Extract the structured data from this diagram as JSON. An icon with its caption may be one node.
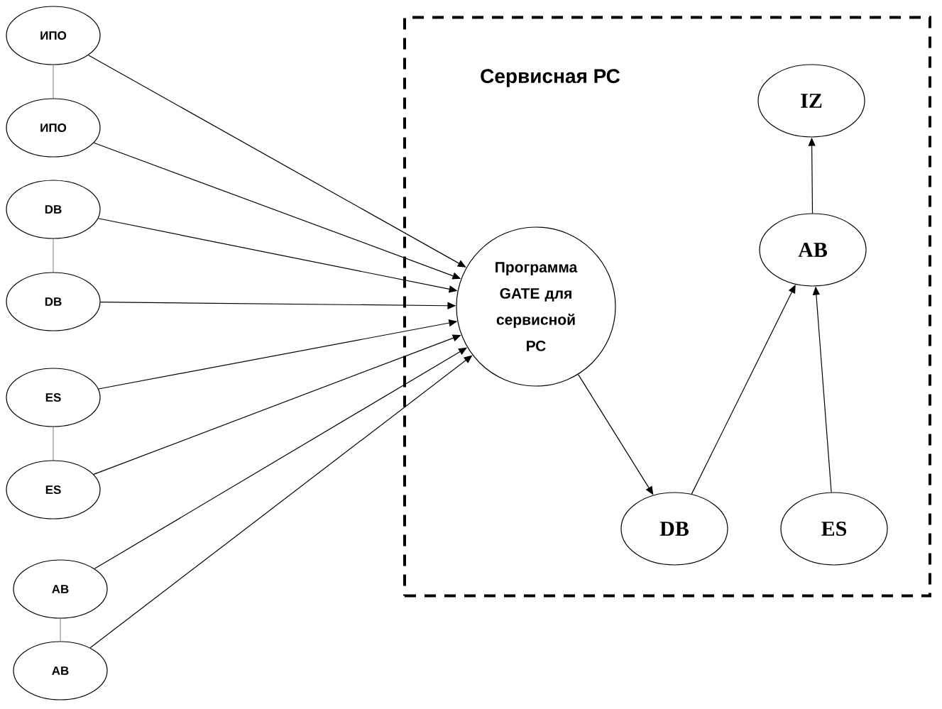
{
  "diagram": {
    "nodes": [
      {
        "text": [
          "Сервисная РС"
        ]
      },
      {
        "text": [
          "ИПО"
        ]
      },
      {
        "text": [
          "ИПО"
        ]
      },
      {
        "text": [
          "DB"
        ]
      },
      {
        "text": [
          "DB"
        ]
      },
      {
        "text": [
          "ES"
        ]
      },
      {
        "text": [
          "ES"
        ]
      },
      {
        "text": [
          "AB"
        ]
      },
      {
        "text": [
          "AB"
        ]
      },
      {
        "text": [
          "Программа GATE для сервисной РС"
        ],
        "in": 0
      },
      {
        "text": [
          "IZ"
        ],
        "in": 0
      },
      {
        "text": [
          "AB"
        ],
        "in": 0
      },
      {
        "text": [
          "DB"
        ],
        "in": 0
      },
      {
        "text": [
          "ES"
        ],
        "in": 0
      }
    ],
    "edges": [
      {
        "from": 1,
        "to": 9,
        "arrow": "to"
      },
      {
        "from": 2,
        "to": 9,
        "arrow": "to"
      },
      {
        "from": 3,
        "to": 9,
        "arrow": "to"
      },
      {
        "from": 4,
        "to": 9,
        "arrow": "to"
      },
      {
        "from": 5,
        "to": 9,
        "arrow": "to"
      },
      {
        "from": 6,
        "to": 9,
        "arrow": "to"
      },
      {
        "from": 7,
        "to": 9,
        "arrow": "to"
      },
      {
        "from": 8,
        "to": 9,
        "arrow": "to"
      },
      {
        "from": 1,
        "to": 2,
        "arrow": "none",
        "style": "dashed"
      },
      {
        "from": 3,
        "to": 4,
        "arrow": "none",
        "style": "dashed"
      },
      {
        "from": 5,
        "to": 6,
        "arrow": "none",
        "style": "dashed"
      },
      {
        "from": 7,
        "to": 8,
        "arrow": "none",
        "style": "dashed"
      },
      {
        "from": 9,
        "to": 12,
        "arrow": "to"
      },
      {
        "from": 12,
        "to": 11,
        "arrow": "to"
      },
      {
        "from": 13,
        "to": 11,
        "arrow": "to"
      },
      {
        "from": 11,
        "to": 10,
        "arrow": "to"
      }
    ]
  }
}
